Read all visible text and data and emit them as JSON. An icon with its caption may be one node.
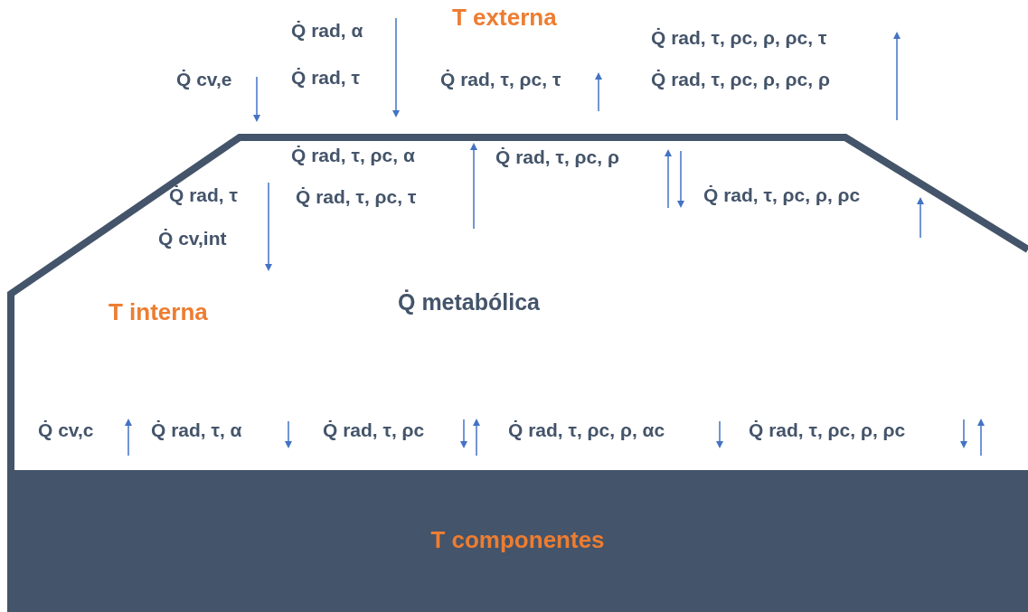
{
  "diagram": {
    "nodes": [
      {
        "text": [
          "T interna"
        ]
      },
      {
        "text": [
          "T componentes"
        ]
      }
    ],
    "labels": [
      "T externa",
      "Q̇ rad, α",
      "Q̇ rad, τ, ρc, ρ, ρc, τ",
      "Q̇ cv,e",
      "Q̇ rad, τ",
      "Q̇ rad, τ, ρc, τ",
      "Q̇ rad, τ, ρc, ρ, ρc, ρ",
      "Q̇ rad, τ, ρc, α",
      "Q̇ rad, τ, ρc, ρ",
      "Q̇ rad, τ",
      "Q̇ rad, τ, ρc, τ",
      "Q̇ rad, τ, ρc, ρ, ρc",
      "Q̇ cv,int",
      "Q̇ metabólica",
      "Q̇ cv,c",
      "Q̇ rad, τ, α",
      "Q̇ rad, τ, ρc",
      "Q̇ rad, τ, ρc, ρ, αc",
      "Q̇ rad, τ, ρc, ρ, ρc"
    ]
  }
}
